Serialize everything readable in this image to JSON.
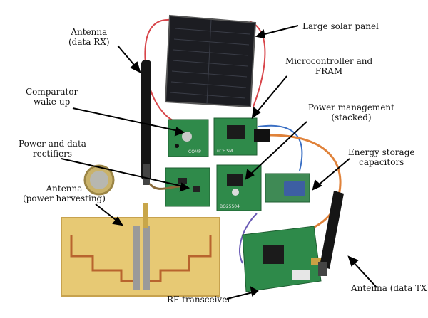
{
  "labels": {
    "antenna_rx": [
      "Antenna",
      "(data RX)"
    ],
    "solar_panel": [
      "Large solar panel"
    ],
    "microcontroller": [
      "Microcontroller and",
      "FRAM"
    ],
    "comparator": [
      "Comparator",
      "wake-up"
    ],
    "power_management": [
      "Power management",
      "(stacked)"
    ],
    "rectifiers": [
      "Power and data",
      "rectifiers"
    ],
    "energy_storage": [
      "Energy storage",
      "capacitors"
    ],
    "antenna_harvesting": [
      "Antenna",
      "(power harvesting)"
    ],
    "rf_transceiver": [
      "RF transceiver"
    ],
    "antenna_tx": [
      "Antenna (data TX)"
    ]
  },
  "board_marks": {
    "comp_board": "COMP",
    "mcu_board": "uCF SM",
    "pm_board": "BQ25504"
  }
}
